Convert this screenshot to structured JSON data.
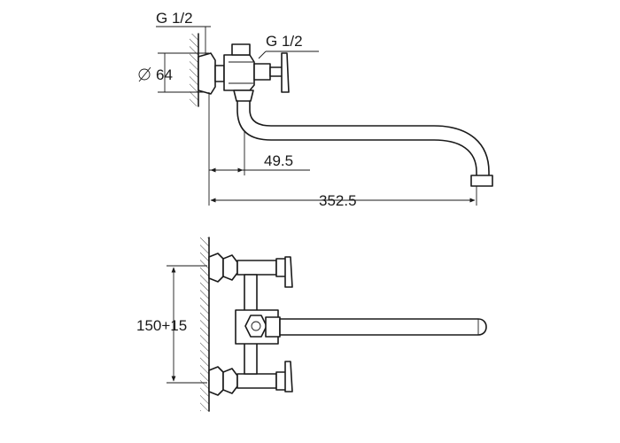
{
  "labels": {
    "thread_wall": "G 1/2",
    "thread_body": "G 1/2",
    "diameter": "64",
    "dim_short": "49.5",
    "dim_long": "352.5",
    "dim_spacing": "150+15"
  }
}
